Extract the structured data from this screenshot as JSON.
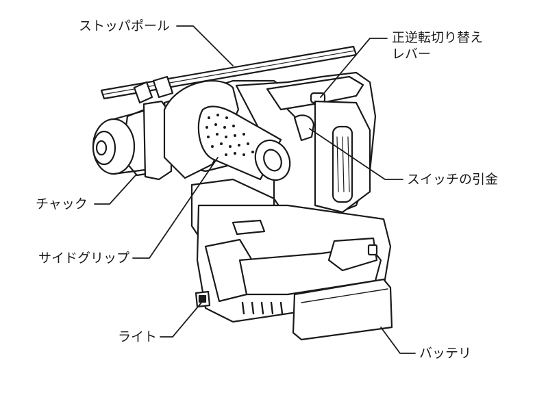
{
  "labels": {
    "stopper_pole": "ストッパポール",
    "reverse_lever_line1": "正逆転切り替え",
    "reverse_lever_line2": "レバー",
    "switch_trigger": "スイッチの引金",
    "chuck": "チャック",
    "side_grip": "サイドグリップ",
    "light": "ライト",
    "battery": "バッテリ"
  }
}
